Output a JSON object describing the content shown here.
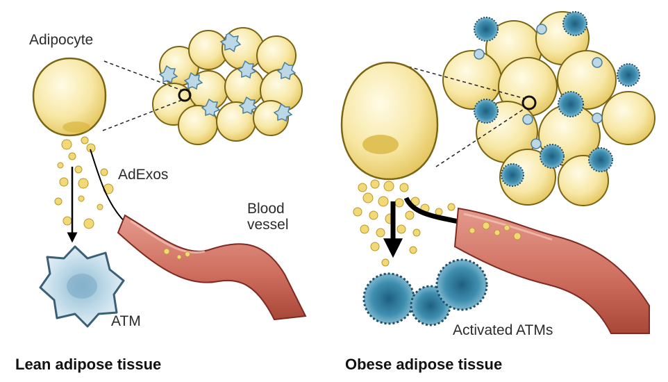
{
  "labels": {
    "adipocyte": "Adipocyte",
    "adexos": "AdExos",
    "blood_line1": "Blood",
    "blood_line2": "vessel",
    "atm": "ATM",
    "activated_atms": "Activated ATMs"
  },
  "captions": {
    "lean": "Lean adipose tissue",
    "obese": "Obese adipose tissue"
  },
  "colors": {
    "adipocyte_fill": "#f7e7a4",
    "adipocyte_stroke": "#7a6516",
    "vessel_fill": "#cf6f60",
    "vessel_stroke": "#7e2a21",
    "atm_fill": "#bcd7e6",
    "activated_atm_fill": "#3f8fb0",
    "arrow": "#000000"
  }
}
